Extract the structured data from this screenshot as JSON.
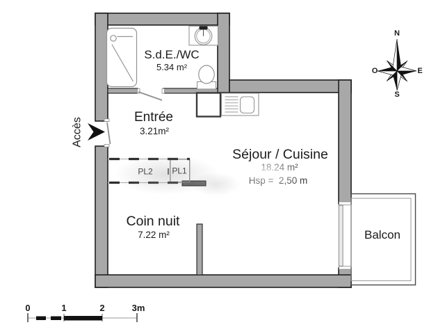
{
  "rooms": {
    "sde": {
      "name": "S.d.E./WC",
      "area": "5.34 m²"
    },
    "entree": {
      "name": "Entrée",
      "area": "3.21m²"
    },
    "sejour": {
      "name": "Séjour / Cuisine",
      "area": "18.24 m²",
      "height_note": "Hsp =  2,50 m"
    },
    "coin": {
      "name": "Coin nuit",
      "area": "7.22 m²"
    },
    "balcon": {
      "name": "Balcon"
    }
  },
  "closets": {
    "pl2": "PL2",
    "pl1": "PL1"
  },
  "access": {
    "label": "Accès"
  },
  "compass": {
    "n": "N",
    "s": "S",
    "e": "E",
    "o": "O"
  },
  "scale_bar": {
    "ticks": [
      "0",
      "1",
      "2",
      "3m"
    ]
  },
  "colors": {
    "wall_fill": "#a8a8a8",
    "wall_outline": "#1f1f1f",
    "fixture_line": "#949494",
    "text": "#1a1a1a"
  }
}
